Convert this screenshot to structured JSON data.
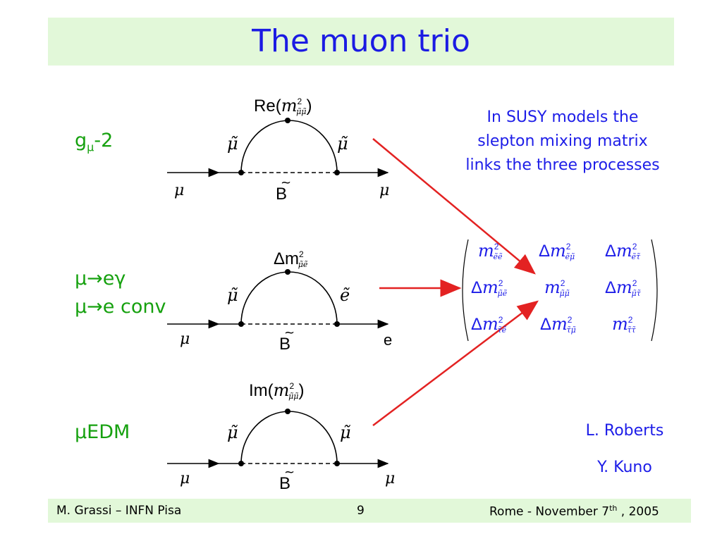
{
  "title": "The muon trio",
  "processes": {
    "gm2": {
      "name": "g",
      "sub": "μ",
      "suffix": "-2"
    },
    "meg": "μ→eγ",
    "mec": "μ→e conv",
    "edm": "μEDM"
  },
  "diagrams": {
    "top": {
      "insertion": "Re",
      "left_leg": "μ",
      "right_leg": "μ",
      "propagator": "B",
      "vertex_left": "μ̃",
      "vertex_right": "μ̃"
    },
    "middle": {
      "insertion": "Δm",
      "left_leg": "μ",
      "right_leg": "e",
      "propagator": "B",
      "vertex_left": "μ̃",
      "vertex_right": "ẽ"
    },
    "bottom": {
      "insertion": "Im",
      "left_leg": "μ",
      "right_leg": "μ",
      "propagator": "B",
      "vertex_left": "μ̃",
      "vertex_right": "μ̃"
    }
  },
  "susy_note": [
    "In SUSY models the",
    "slepton mixing matrix",
    "links the three processes"
  ],
  "matrix": [
    [
      {
        "pre": "",
        "sub": "ẽẽ"
      },
      {
        "pre": "Δ",
        "sub": "ẽμ̃"
      },
      {
        "pre": "Δ",
        "sub": "ẽτ̃"
      }
    ],
    [
      {
        "pre": "Δ",
        "sub": "μ̃ẽ"
      },
      {
        "pre": "",
        "sub": "μ̃μ̃"
      },
      {
        "pre": "Δ",
        "sub": "μ̃τ̃"
      }
    ],
    [
      {
        "pre": "Δ",
        "sub": "τ̃ẽ"
      },
      {
        "pre": "Δ",
        "sub": "τ̃μ̃"
      },
      {
        "pre": "",
        "sub": "τ̃τ̃"
      }
    ]
  ],
  "authors": [
    "L. Roberts",
    "Y. Kuno"
  ],
  "footer": {
    "left": "M. Grassi – INFN Pisa",
    "center": "9",
    "right_pre": "Rome -  November 7",
    "right_sup": "th",
    "right_post": " , 2005"
  },
  "colors": {
    "title": "#1b1be3",
    "label": "#16a10f",
    "arrow": "#e32222",
    "band": "#e2f8d9"
  }
}
